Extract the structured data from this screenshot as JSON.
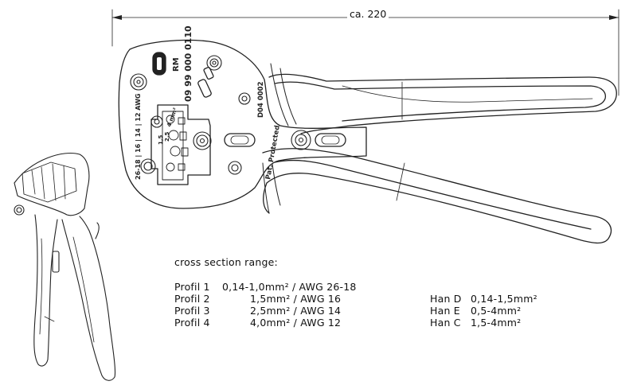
{
  "dimension": {
    "label": "ca. 220"
  },
  "tool_markings": {
    "part_number": "09 99 000 0110",
    "brand": "RM",
    "awg_range": "26-18 | 16 | 14 | 12 AWG",
    "code": "D04 0002",
    "patent": "Pat. Protected",
    "mm_marks": [
      "1,5",
      "2,5",
      "4 mm²"
    ]
  },
  "cross_section": {
    "heading": "cross section range:",
    "profiles": [
      {
        "name": "Profil 1",
        "value": "0,14-1,0mm² / AWG 26-18"
      },
      {
        "name": "Profil 2",
        "value": "1,5mm² / AWG 16"
      },
      {
        "name": "Profil 3",
        "value": "2,5mm² / AWG 14"
      },
      {
        "name": "Profil 4",
        "value": "4,0mm² / AWG 12"
      }
    ],
    "han": [
      {
        "name": "Han D",
        "value": "0,14-1,5mm²"
      },
      {
        "name": "Han E",
        "value": "0,5-4mm²"
      },
      {
        "name": "Han C",
        "value": "1,5-4mm²"
      }
    ]
  }
}
